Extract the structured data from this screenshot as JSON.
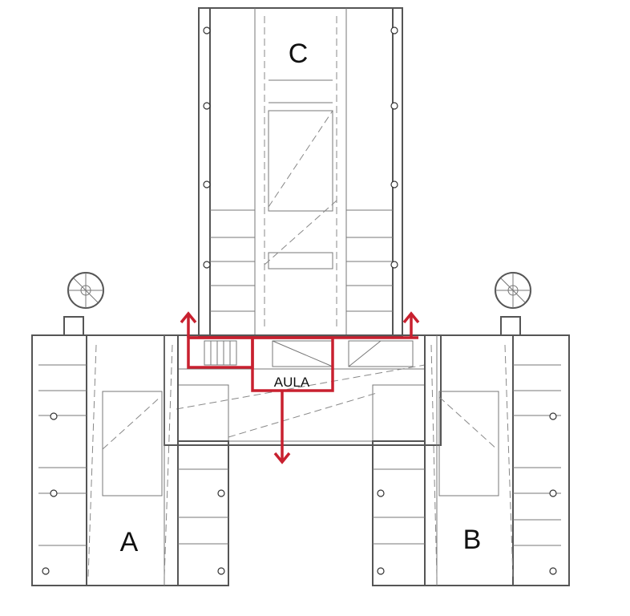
{
  "plan": {
    "wings": [
      {
        "id": "wing-c",
        "label": "C"
      },
      {
        "id": "wing-a",
        "label": "A"
      },
      {
        "id": "wing-b",
        "label": "B"
      }
    ],
    "hall_label": "AULA",
    "colors": {
      "walls": "#555555",
      "route": "#c8202f",
      "background": "#ffffff"
    }
  }
}
